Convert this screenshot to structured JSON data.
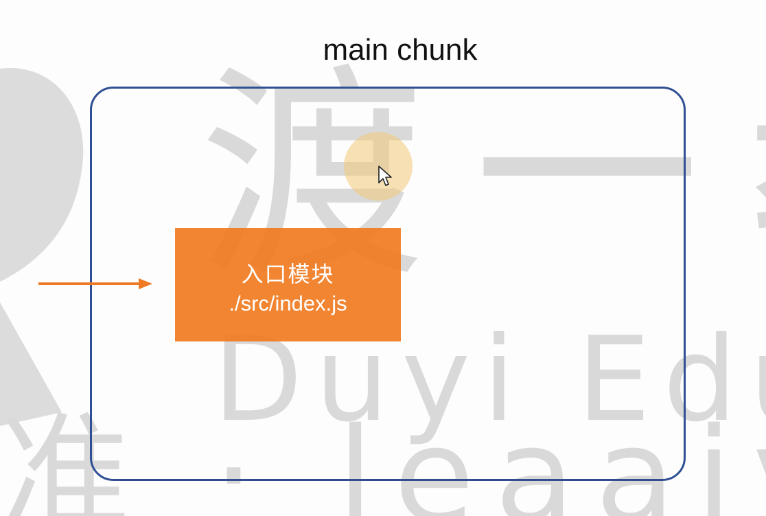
{
  "diagram": {
    "title": "main chunk",
    "entry_module": {
      "label": "入口模块",
      "path": "./src/index.js"
    }
  },
  "watermark": {
    "brand_cn": "渡一教",
    "brand_en": "Duyi Edu",
    "bottom_line": "准 · leaaiv"
  },
  "colors": {
    "chunk_border": "#2f4f93",
    "module_fill": "#f0781c",
    "arrow": "#ef7a25",
    "watermark": "#d9d9d9"
  },
  "icons": {
    "pointer": "mouse-pointer-icon"
  }
}
